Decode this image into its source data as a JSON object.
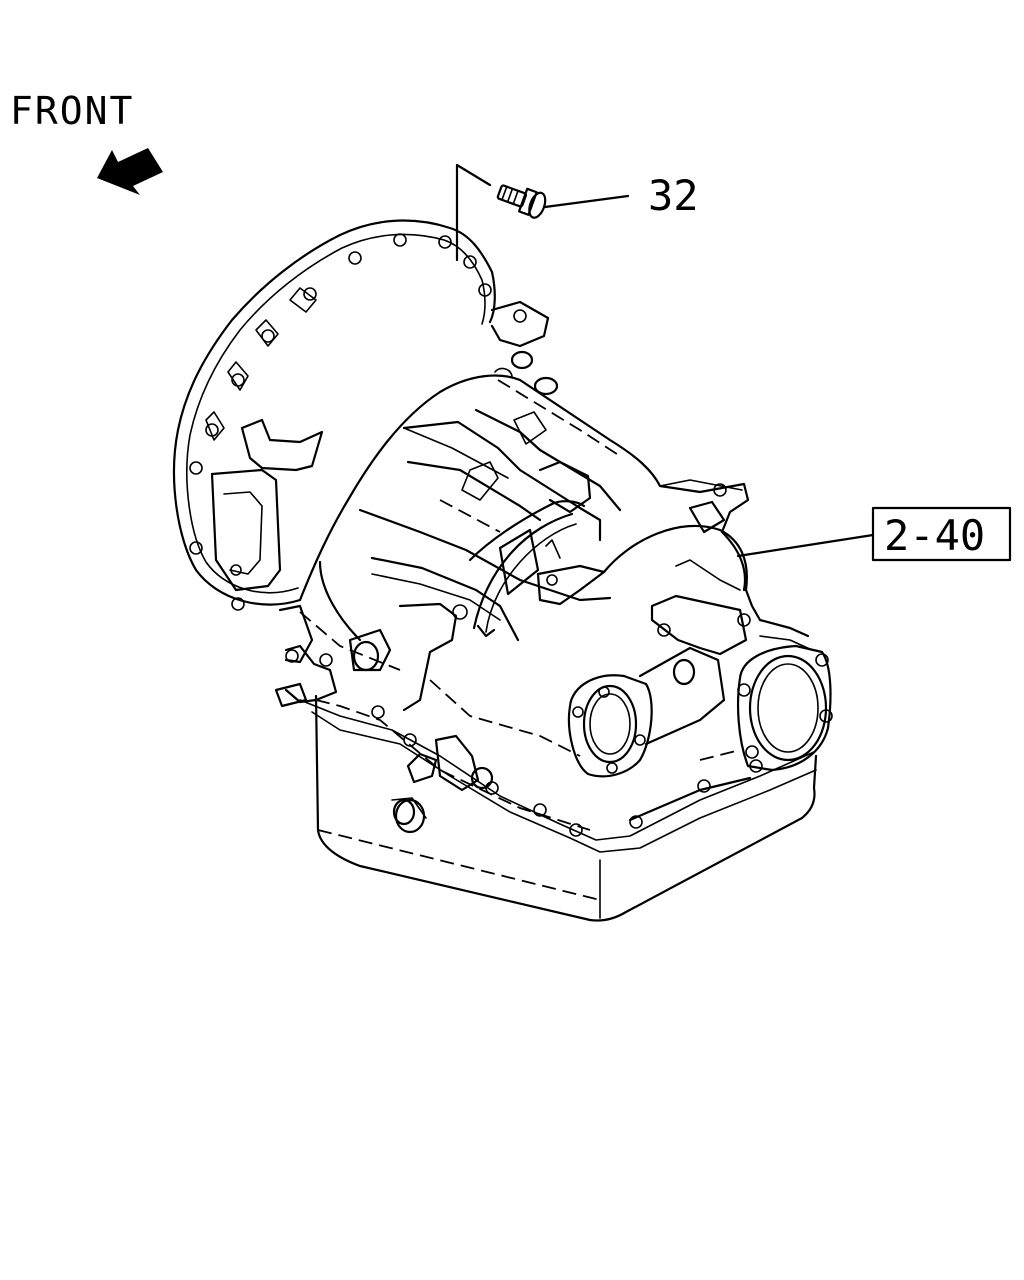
{
  "orientation": {
    "label": "FRONT",
    "arrow_icon": "front-arrow-icon"
  },
  "callouts": [
    {
      "id": "bolt",
      "label": "32",
      "boxed": false
    },
    {
      "id": "transmission",
      "label": "2-40",
      "boxed": true
    }
  ],
  "colors": {
    "ink": "#000000",
    "background": "#ffffff"
  }
}
